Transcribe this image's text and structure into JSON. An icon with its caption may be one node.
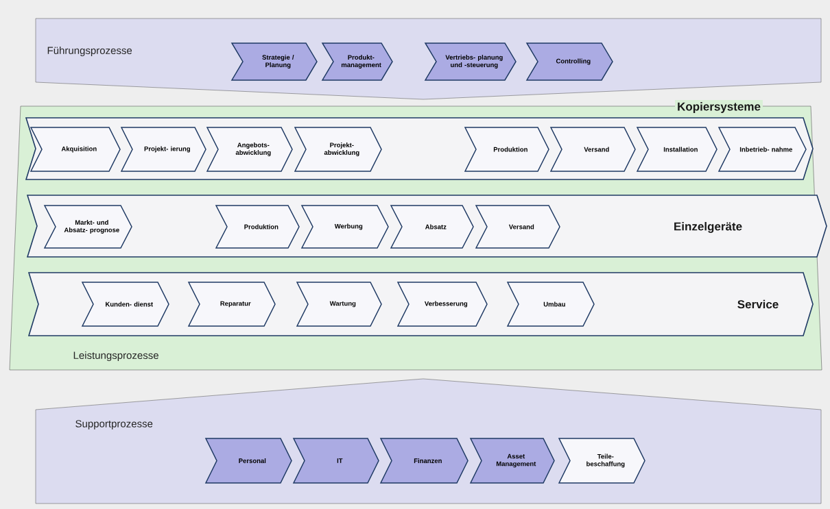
{
  "diagram": {
    "nodes": [
      {
        "text": [
          "Führungsprozesse"
        ]
      },
      {
        "text": [
          "Strategie / Planung"
        ],
        "in": 0
      },
      {
        "text": [
          "Produkt- management"
        ],
        "in": 0
      },
      {
        "text": [
          "Vertriebs- planung und -steuerung"
        ],
        "in": 0
      },
      {
        "text": [
          "Controlling"
        ],
        "in": 0
      },
      {
        "text": [
          "Leistungsprozesse"
        ]
      },
      {
        "text": [
          "Kopiersysteme"
        ],
        "in": 5
      },
      {
        "text": [
          "Akquisition"
        ],
        "in": 6
      },
      {
        "text": [
          "Projekt- ierung"
        ],
        "in": 6
      },
      {
        "text": [
          "Angebots- abwicklung"
        ],
        "in": 6
      },
      {
        "text": [
          "Projekt- abwicklung"
        ],
        "in": 6
      },
      {
        "text": [
          "Produktion"
        ],
        "in": 6
      },
      {
        "text": [
          "Versand"
        ],
        "in": 6
      },
      {
        "text": [
          "Installation"
        ],
        "in": 6
      },
      {
        "text": [
          "Inbetrieb- nahme"
        ],
        "in": 6
      },
      {
        "text": [
          "Einzelgeräte"
        ],
        "in": 5
      },
      {
        "text": [
          "Markt- und Absatz- prognose"
        ],
        "in": 15
      },
      {
        "text": [
          "Produktion"
        ],
        "in": 15
      },
      {
        "text": [
          "Werbung"
        ],
        "in": 15
      },
      {
        "text": [
          "Absatz"
        ],
        "in": 15
      },
      {
        "text": [
          "Versand"
        ],
        "in": 15
      },
      {
        "text": [
          "Service"
        ],
        "in": 5
      },
      {
        "text": [
          "Kunden- dienst"
        ],
        "in": 21
      },
      {
        "text": [
          "Reparatur"
        ],
        "in": 21
      },
      {
        "text": [
          "Wartung"
        ],
        "in": 21
      },
      {
        "text": [
          "Verbesserung"
        ],
        "in": 21
      },
      {
        "text": [
          "Umbau"
        ],
        "in": 21
      },
      {
        "text": [
          "Supportprozesse"
        ]
      },
      {
        "text": [
          "Personal"
        ],
        "in": 27
      },
      {
        "text": [
          "IT"
        ],
        "in": 27
      },
      {
        "text": [
          "Finanzen"
        ],
        "in": 27
      },
      {
        "text": [
          "Asset Management"
        ],
        "in": 27
      },
      {
        "text": [
          "Teile- beschaffung"
        ],
        "in": 27
      }
    ]
  }
}
